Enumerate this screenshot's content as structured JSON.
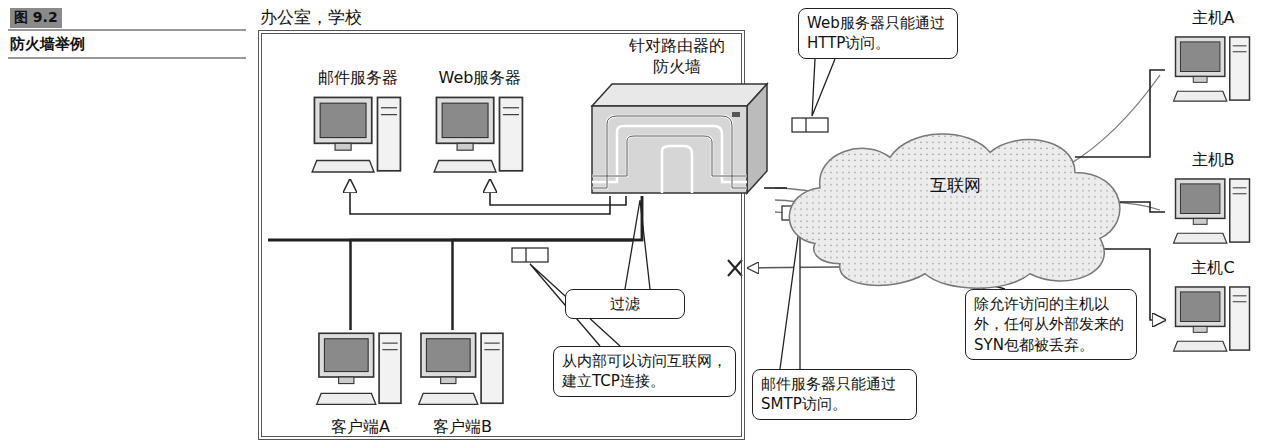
{
  "diagram": {
    "nodes": [
      {
        "text": [
          "办公室，学校"
        ]
      },
      {
        "text": [
          "邮件服务器"
        ],
        "in": 0
      },
      {
        "text": [
          "Web服务器"
        ],
        "in": 0
      },
      {
        "text": [
          "针对路由器的防火墙"
        ],
        "in": 0
      },
      {
        "text": [
          "过滤"
        ],
        "in": 0
      },
      {
        "text": [
          "客户端A"
        ],
        "in": 0
      },
      {
        "text": [
          "客户端B"
        ],
        "in": 0
      },
      {
        "text": [
          "从内部可以访问互联网，建立TCP连接。"
        ],
        "in": 0
      },
      {
        "text": [
          "邮件服务器只能通过SMTP访问。"
        ]
      },
      {
        "text": [
          "Web服务器只能通过HTTP访问。"
        ]
      },
      {
        "text": [
          "互联网"
        ]
      },
      {
        "text": [
          "主机A"
        ]
      },
      {
        "text": [
          "主机B"
        ]
      },
      {
        "text": [
          "主机C"
        ]
      },
      {
        "text": [
          "除允许访问的主机以外，任何从外部发来的SYN包都被丢弃。"
        ]
      }
    ],
    "edges": [
      {
        "from": 3,
        "to": 1,
        "arrow": "to"
      },
      {
        "from": 3,
        "to": 2,
        "arrow": "to"
      },
      {
        "from": 5,
        "to": 3,
        "arrow": "none"
      },
      {
        "from": 6,
        "to": 3,
        "arrow": "none"
      },
      {
        "from": 3,
        "to": 10,
        "arrow": "none"
      },
      {
        "from": 10,
        "to": 11,
        "arrow": "none"
      },
      {
        "from": 10,
        "to": 12,
        "arrow": "none"
      },
      {
        "from": 10,
        "to": 13,
        "arrow": "to"
      }
    ],
    "labels": [
      "图 9.2",
      "防火墙举例"
    ]
  }
}
